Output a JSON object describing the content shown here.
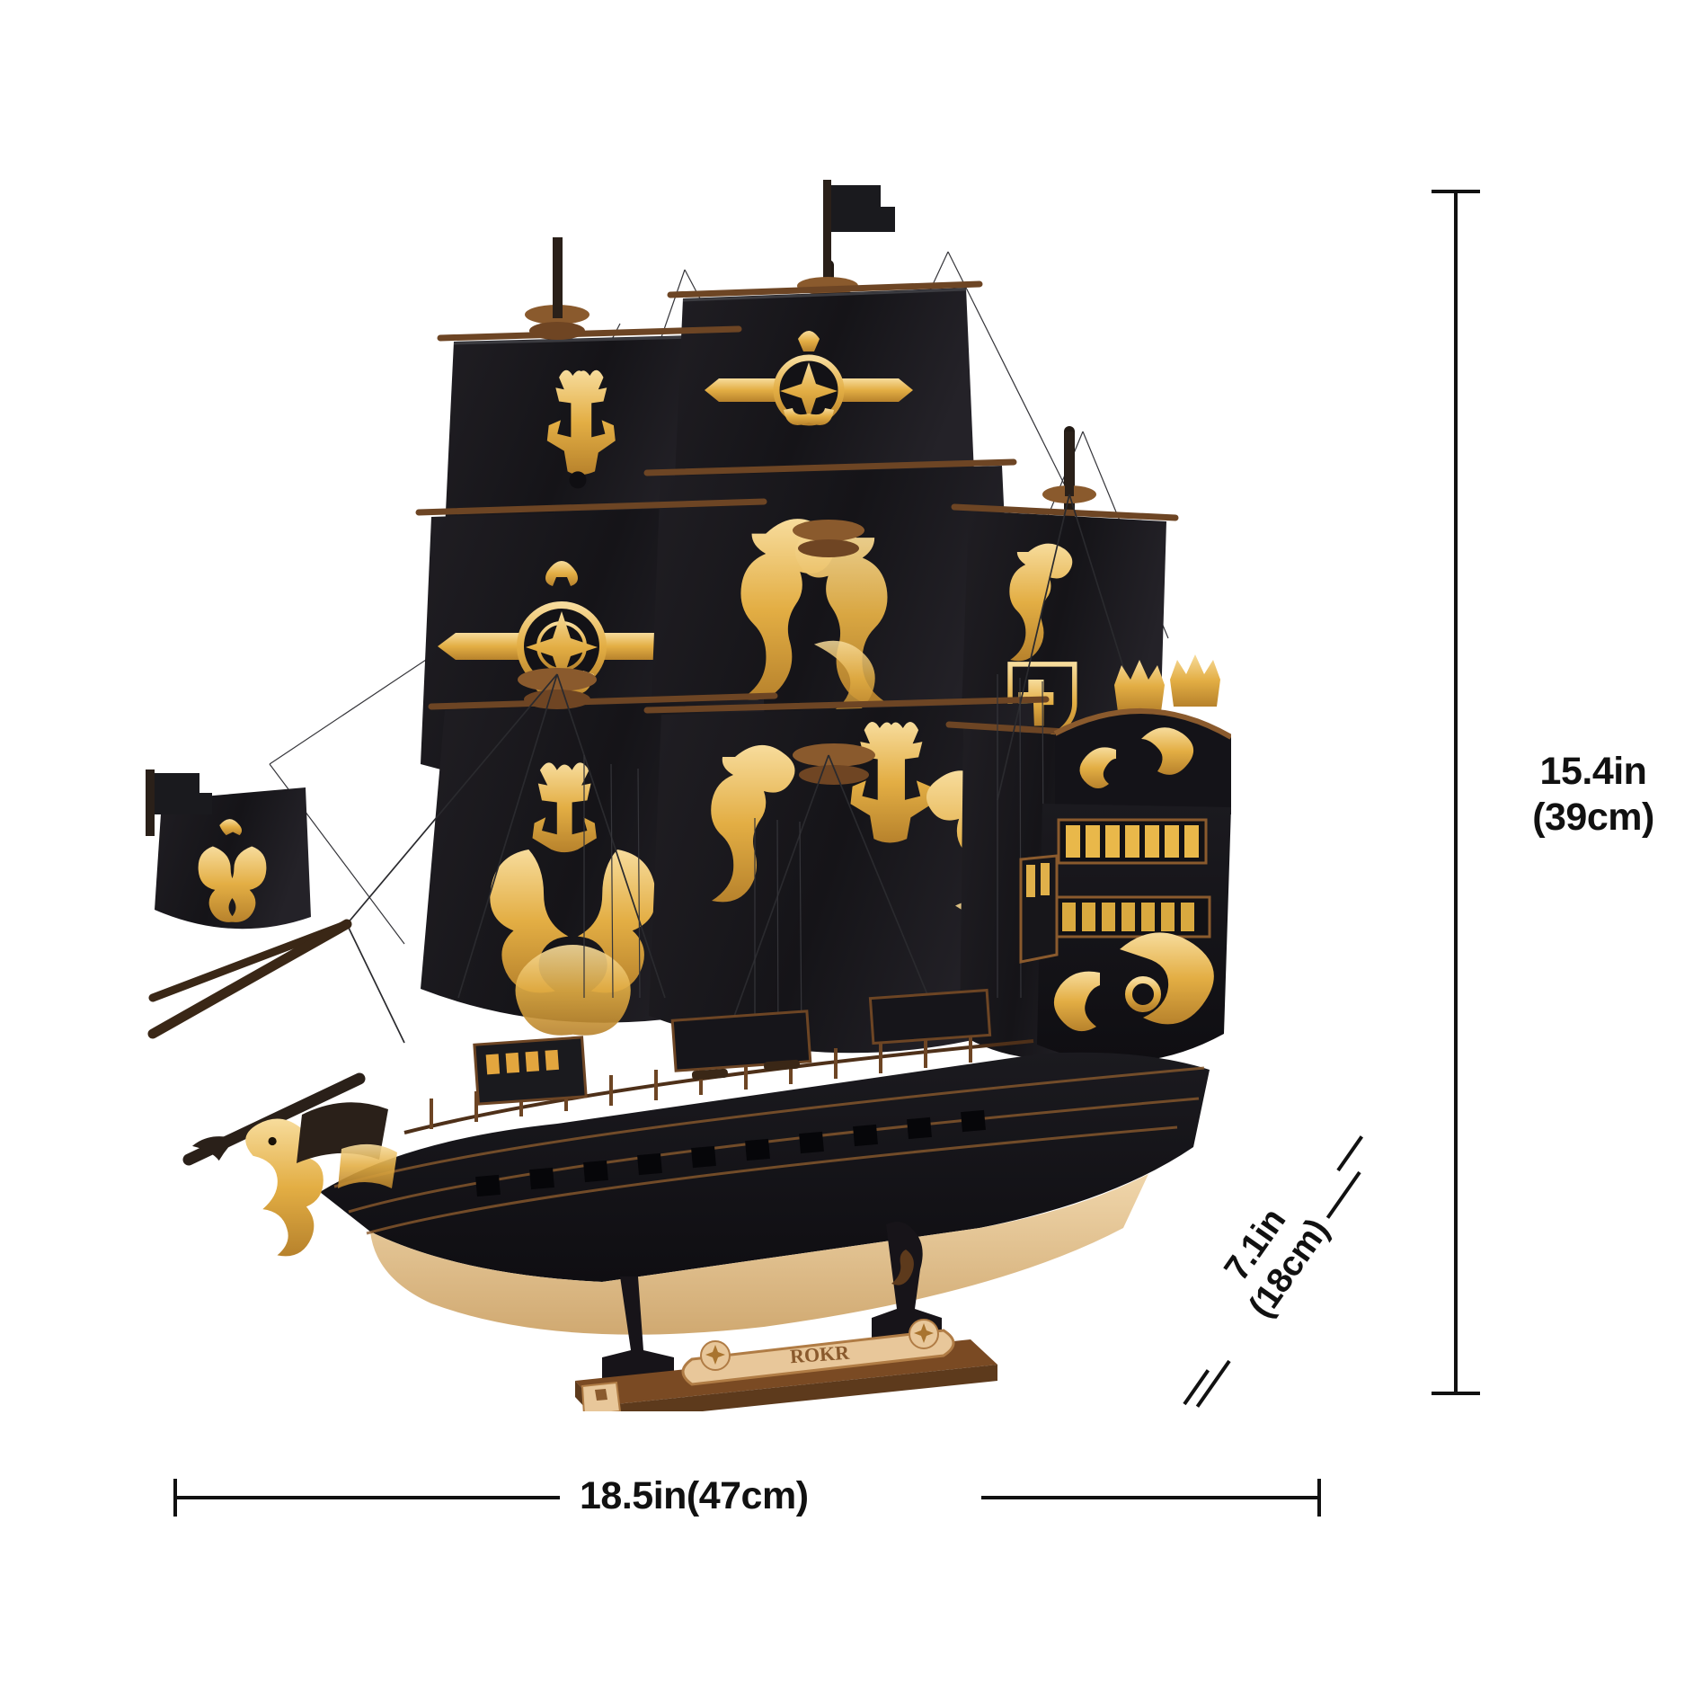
{
  "image": {
    "background_color": "#ffffff",
    "subject": "wooden-3d-puzzle-pirate-ship-model",
    "brand_on_stand_plaque": "ROKR"
  },
  "dimensions": {
    "height": {
      "label": "15.4in\n(39cm)",
      "line_1": "15.4in",
      "line_2": "(39cm)",
      "value_in": 15.4,
      "value_cm": 39,
      "orientation": "vertical",
      "position": "right"
    },
    "width": {
      "label": "18.5in(47cm)",
      "value_in": 18.5,
      "value_cm": 47,
      "orientation": "horizontal",
      "position": "bottom"
    },
    "depth": {
      "line_1": "7.1in",
      "line_2": "(18cm)",
      "label": "7.1in\n(18cm)",
      "value_in": 7.1,
      "value_cm": 18,
      "orientation": "diagonal",
      "position": "bottom-right"
    }
  },
  "colors": {
    "line": "#111111",
    "text": "#111111",
    "sail": "#17161a",
    "gold": "#e9b84a",
    "wood_light": "#e8c79a",
    "wood_dark": "#7a4a23"
  },
  "ship_features": {
    "masts": 3,
    "sails": "black with gold emblems",
    "emblems": [
      "anchor-trident",
      "compass-rose",
      "seahorse"
    ],
    "figurehead": "gold seahorse",
    "stern": "ornate gold filigree with crown finials",
    "stand": "wooden display stand with nameplate"
  }
}
